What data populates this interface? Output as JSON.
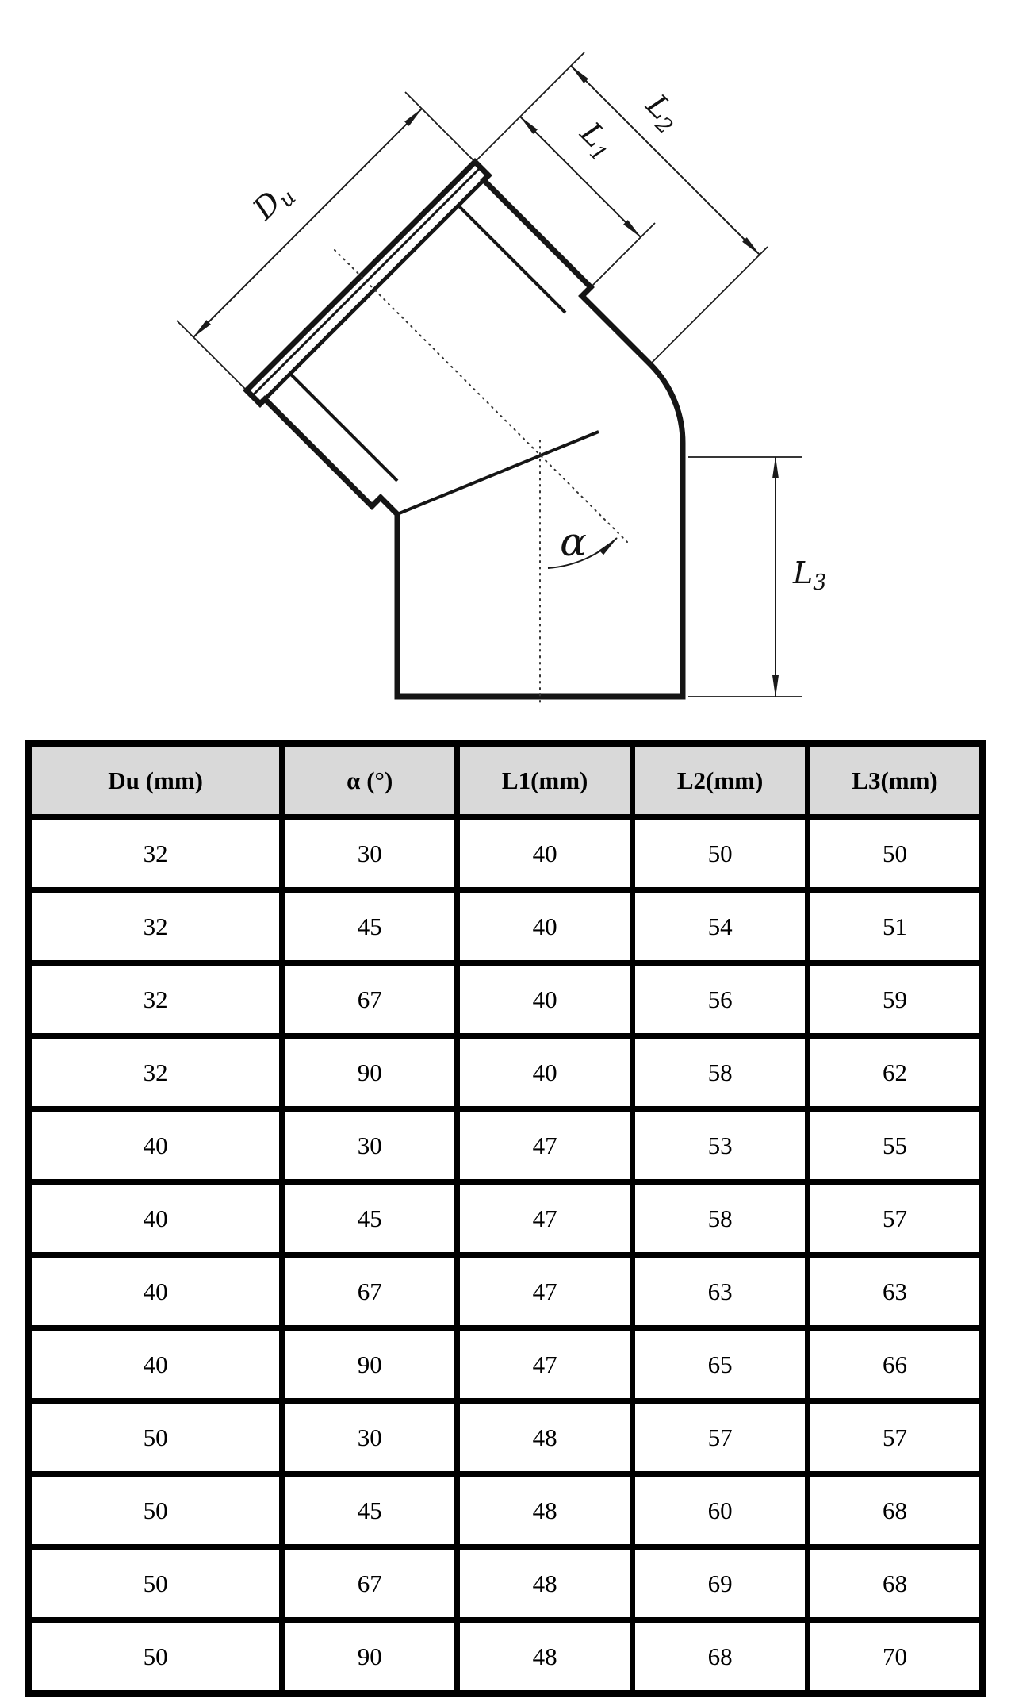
{
  "diagram": {
    "labels": {
      "du_main": "D",
      "du_sub": "u",
      "l1_main": "L",
      "l1_sub": "1",
      "l2_main": "L",
      "l2_sub": "2",
      "l3_main": "L",
      "l3_sub": "3",
      "alpha": "α"
    }
  },
  "table": {
    "headers": [
      "Du (mm)",
      "α (°)",
      "L1(mm)",
      "L2(mm)",
      "L3(mm)"
    ],
    "rows": [
      [
        "32",
        "30",
        "40",
        "50",
        "50"
      ],
      [
        "32",
        "45",
        "40",
        "54",
        "51"
      ],
      [
        "32",
        "67",
        "40",
        "56",
        "59"
      ],
      [
        "32",
        "90",
        "40",
        "58",
        "62"
      ],
      [
        "40",
        "30",
        "47",
        "53",
        "55"
      ],
      [
        "40",
        "45",
        "47",
        "58",
        "57"
      ],
      [
        "40",
        "67",
        "47",
        "63",
        "63"
      ],
      [
        "40",
        "90",
        "47",
        "65",
        "66"
      ],
      [
        "50",
        "30",
        "48",
        "57",
        "57"
      ],
      [
        "50",
        "45",
        "48",
        "60",
        "68"
      ],
      [
        "50",
        "67",
        "48",
        "69",
        "68"
      ],
      [
        "50",
        "90",
        "48",
        "68",
        "70"
      ]
    ]
  },
  "colors": {
    "line": "#151515",
    "header_bg": "#d9d9d9",
    "background": "#ffffff"
  }
}
